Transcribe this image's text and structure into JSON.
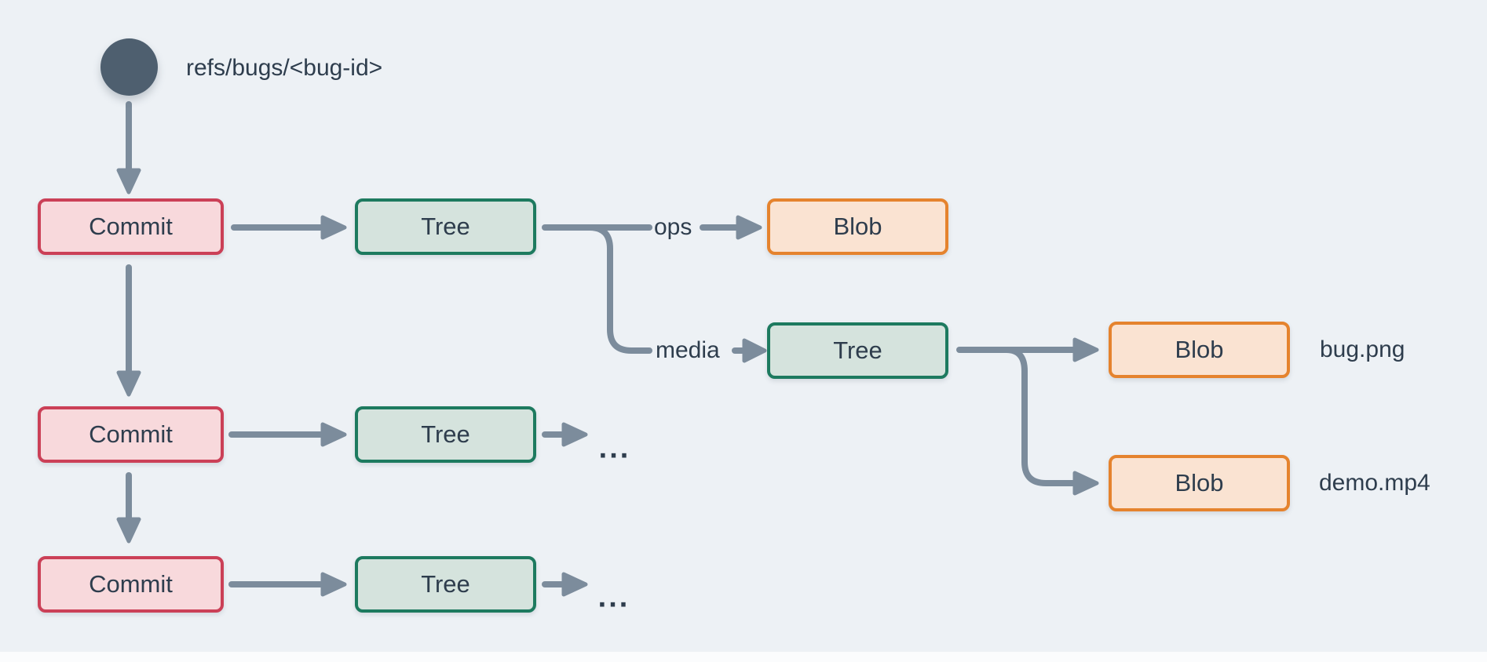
{
  "colors": {
    "bg": "#edf1f5",
    "line": "#7c8c9c",
    "circle": "#4e5f6f",
    "text": "#2e3d4d",
    "commit-fill": "#f8d9dc",
    "commit-border": "#cb4057",
    "tree-fill": "#d5e3dd",
    "tree-border": "#1d7a5f",
    "blob-fill": "#fae3d2",
    "blob-border": "#e5832e"
  },
  "ref": {
    "label": "refs/bugs/<bug-id>"
  },
  "nodes": {
    "commit1": "Commit",
    "commit2": "Commit",
    "commit3": "Commit",
    "tree_root1": "Tree",
    "tree_media": "Tree",
    "tree_root2": "Tree",
    "tree_root3": "Tree",
    "blob_ops": "Blob",
    "blob_bug": "Blob",
    "blob_demo": "Blob"
  },
  "edge_labels": {
    "ops": "ops",
    "media": "media"
  },
  "file_labels": {
    "bug_png": "bug.png",
    "demo_mp4": "demo.mp4"
  },
  "ellipsis": {
    "row2": "...",
    "row3": "..."
  }
}
